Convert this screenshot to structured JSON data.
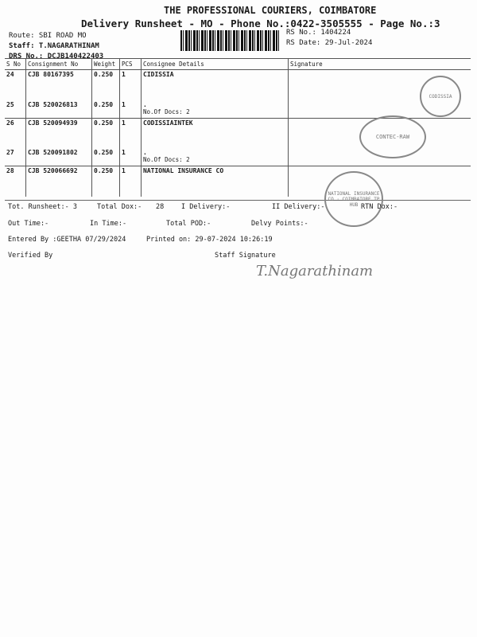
{
  "header": {
    "company": "THE PROFESSIONAL COURIERS, COIMBATORE",
    "subtitle": "Delivery Runsheet - MO - Phone No.:0422-3505555 - Page No.:3",
    "route": "Route: SBI ROAD MO",
    "staff": "Staff: T.NAGARATHINAM",
    "drs": "DRS No.: DCJB140422403",
    "rs_no": "RS No.: 1404224",
    "rs_date": "RS Date: 29-Jul-2024"
  },
  "table": {
    "columns": [
      "S No",
      "Consignment No",
      "Weight",
      "PCS",
      "Consignee Details",
      "Signature"
    ],
    "rows": [
      {
        "sno": "24",
        "cno": "CJB 80167395",
        "weight": "0.250",
        "pcs": "1",
        "details": "CIDISSIA",
        "note": ""
      },
      {
        "sno": "25",
        "cno": "CJB 520026813",
        "weight": "0.250",
        "pcs": "1",
        "details": ".",
        "note": "No.Of Docs: 2"
      },
      {
        "sno": "26",
        "cno": "CJB 520094939",
        "weight": "0.250",
        "pcs": "1",
        "details": "CODISSIAINTEK",
        "note": ""
      },
      {
        "sno": "27",
        "cno": "CJB 520091802",
        "weight": "0.250",
        "pcs": "1",
        "details": ".",
        "note": "No.Of Docs: 2"
      },
      {
        "sno": "28",
        "cno": "CJB 520066692",
        "weight": "0.250",
        "pcs": "1",
        "details": "NATIONAL INSURANCE CO",
        "note": ""
      }
    ]
  },
  "footer": {
    "tot_runsheet": "Tot. Runsheet:- 3",
    "total_dox": "Total Dox:-",
    "total_dox_val": "28",
    "i_delivery": "I Delivery:-",
    "ii_delivery": "II Delivery:-",
    "rtn_dox": "RTN Dox:-",
    "out_time": "Out Time:-",
    "in_time": "In Time:-",
    "total_pod": "Total POD:-",
    "delvy_points": "Delvy Points:-",
    "entered_by": "Entered By :GEETHA 07/29/2024",
    "printed_on": "Printed on: 29-07-2024 10:26:19",
    "verified_by": "Verified By",
    "staff_signature": "Staff Signature"
  },
  "stamps": {
    "codissia": "CODISSIA",
    "contec": "CONTEC-RAW",
    "national": "NATIONAL INSURANCE CO · COIMBATORE TP HUB"
  },
  "signatures": {
    "staff": "T.Nagarathinam"
  }
}
